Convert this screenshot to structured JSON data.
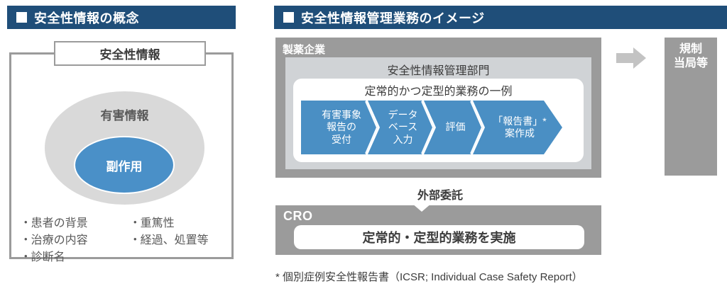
{
  "headers": {
    "left": "安全性情報の概念",
    "right": "安全性情報管理業務のイメージ"
  },
  "concept": {
    "label": "安全性情報",
    "outer_ellipse": "有害情報",
    "inner_ellipse": "副作用",
    "attributes_col1": [
      "患者の背景",
      "治療の内容",
      "診断名"
    ],
    "attributes_col2": [
      "重篤性",
      "経過、処置等"
    ]
  },
  "workflow": {
    "pharma_label": "製薬企業",
    "safety_dept_label": "安全性情報管理部門",
    "routine_label": "定常的かつ定型的業務の一例",
    "steps": [
      "有害事象\n報告の\n受付",
      "データ\nベース\n入力",
      "評価",
      "「報告書」*\n案作成"
    ],
    "outsource_label": "外部委託",
    "cro_label": "CRO",
    "cro_task": "定常的・定型的業務を実施",
    "authority_label": "規制\n当局等"
  },
  "footnote": "* 個別症例安全性報告書（ICSR; Individual Case Safety Report）",
  "colors": {
    "header_navy": "#1f4e79",
    "gray_box": "#9b9b9b",
    "light_gray_box": "#d0d3d6",
    "ellipse_gray": "#d9d9d9",
    "accent_blue": "#4a90c8",
    "chevron_blue": "#4a8fc4"
  }
}
